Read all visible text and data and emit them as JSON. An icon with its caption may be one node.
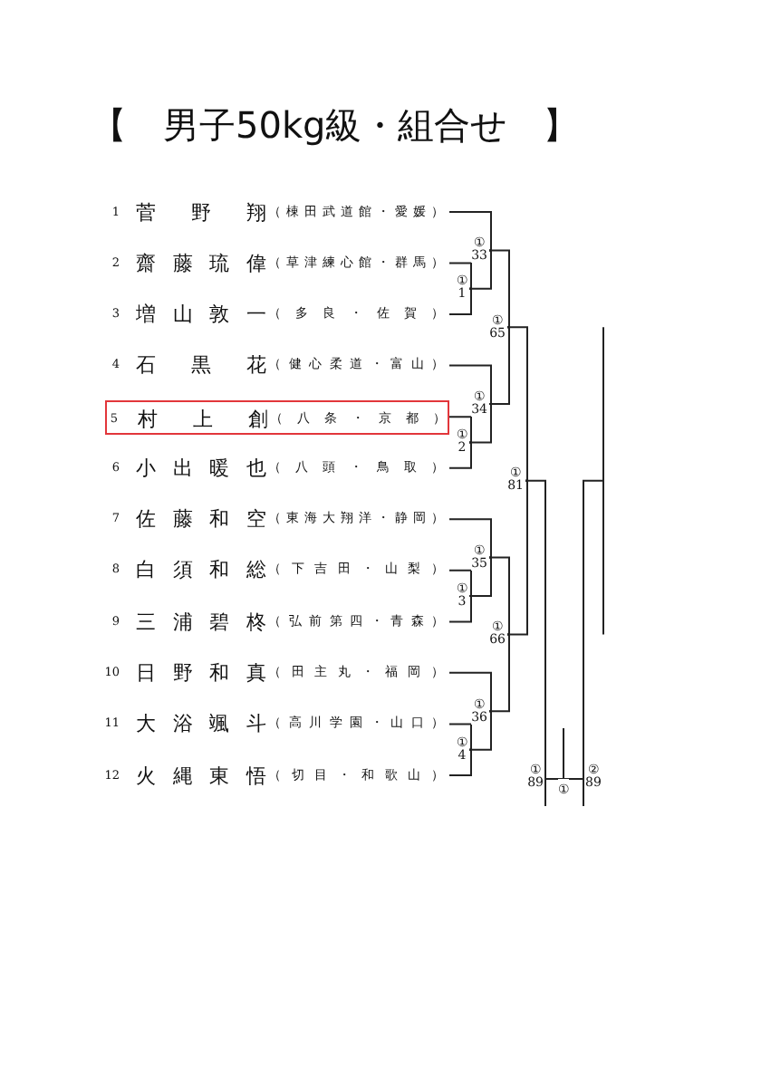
{
  "diagram": {
    "title": "【　男子50kg級・組合せ　】",
    "nodes": [
      {
        "text": [
          "1",
          "菅野翔",
          "（棟田武道館・愛媛）"
        ]
      },
      {
        "text": [
          "2",
          "齋藤琉偉",
          "（草津練心館・群馬）"
        ]
      },
      {
        "text": [
          "3",
          "増山敦一",
          "（多良・佐賀）"
        ]
      },
      {
        "text": [
          "4",
          "石黒花",
          "（健心柔道・富山）"
        ]
      },
      {
        "text": [
          "5",
          "村上創",
          "（八条・京都）"
        ]
      },
      {
        "text": [
          "6",
          "小出暖也",
          "（八頭・鳥取）"
        ]
      },
      {
        "text": [
          "7",
          "佐藤和空",
          "（東海大翔洋・静岡）"
        ]
      },
      {
        "text": [
          "8",
          "白須和総",
          "（下吉田・山梨）"
        ]
      },
      {
        "text": [
          "9",
          "三浦碧柊",
          "（弘前第四・青森）"
        ]
      },
      {
        "text": [
          "10",
          "日野和真",
          "（田主丸・福岡）"
        ]
      },
      {
        "text": [
          "11",
          "大浴颯斗",
          "（高川学園・山口）"
        ]
      },
      {
        "text": [
          "12",
          "火縄東悟",
          "（切目・和歌山）"
        ]
      },
      {
        "text": [
          "① 1"
        ]
      },
      {
        "text": [
          "① 2"
        ]
      },
      {
        "text": [
          "① 3"
        ]
      },
      {
        "text": [
          "① 4"
        ]
      },
      {
        "text": [
          "① 33"
        ]
      },
      {
        "text": [
          "① 34"
        ]
      },
      {
        "text": [
          "① 35"
        ]
      },
      {
        "text": [
          "① 36"
        ]
      },
      {
        "text": [
          "① 65"
        ]
      },
      {
        "text": [
          "① 66"
        ]
      },
      {
        "text": [
          "① 81"
        ]
      },
      {
        "text": [
          "①"
        ]
      }
    ],
    "edges": [
      {
        "from": 1,
        "to": 12,
        "arrow": "none"
      },
      {
        "from": 2,
        "to": 12,
        "arrow": "none"
      },
      {
        "from": 4,
        "to": 13,
        "arrow": "none"
      },
      {
        "from": 5,
        "to": 13,
        "arrow": "none"
      },
      {
        "from": 7,
        "to": 14,
        "arrow": "none"
      },
      {
        "from": 8,
        "to": 14,
        "arrow": "none"
      },
      {
        "from": 10,
        "to": 15,
        "arrow": "none"
      },
      {
        "from": 11,
        "to": 15,
        "arrow": "none"
      },
      {
        "from": 0,
        "to": 16,
        "arrow": "none"
      },
      {
        "from": 12,
        "to": 16,
        "arrow": "none"
      },
      {
        "from": 3,
        "to": 17,
        "arrow": "none"
      },
      {
        "from": 13,
        "to": 17,
        "arrow": "none"
      },
      {
        "from": 6,
        "to": 18,
        "arrow": "none"
      },
      {
        "from": 14,
        "to": 18,
        "arrow": "none"
      },
      {
        "from": 9,
        "to": 19,
        "arrow": "none"
      },
      {
        "from": 15,
        "to": 19,
        "arrow": "none"
      },
      {
        "from": 16,
        "to": 20,
        "arrow": "none"
      },
      {
        "from": 17,
        "to": 20,
        "arrow": "none"
      },
      {
        "from": 18,
        "to": 21,
        "arrow": "none"
      },
      {
        "from": 19,
        "to": 21,
        "arrow": "none"
      },
      {
        "from": 20,
        "to": 22,
        "arrow": "none"
      },
      {
        "from": 21,
        "to": 22,
        "arrow": "none"
      },
      {
        "from": 22,
        "to": 23,
        "arrow": "none"
      },
      {
        "from": null,
        "to": 23,
        "arrow": "none"
      },
      {
        "from": 23,
        "to": null,
        "arrow": "none"
      }
    ],
    "labels": [
      "① 89",
      "② 89"
    ]
  }
}
